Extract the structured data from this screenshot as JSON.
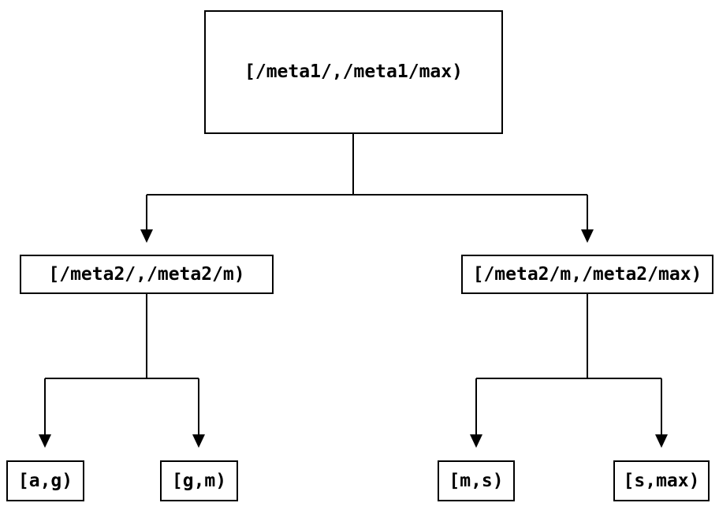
{
  "diagram": {
    "type": "binary-interval-tree",
    "colors": {
      "background": "#ffffff",
      "line": "#000000",
      "node_border": "#000000",
      "node_fill": "#ffffff",
      "text": "#000000"
    },
    "arrow_style": "filled-triangle-down",
    "tree": {
      "label": "[/meta1/,/meta1/max)",
      "children": [
        {
          "label": "[/meta2/,/meta2/m)",
          "children": [
            {
              "label": "[a,g)"
            },
            {
              "label": "[g,m)"
            }
          ]
        },
        {
          "label": "[/meta2/m,/meta2/max)",
          "children": [
            {
              "label": "[m,s)"
            },
            {
              "label": "[s,max)"
            }
          ]
        }
      ]
    }
  }
}
